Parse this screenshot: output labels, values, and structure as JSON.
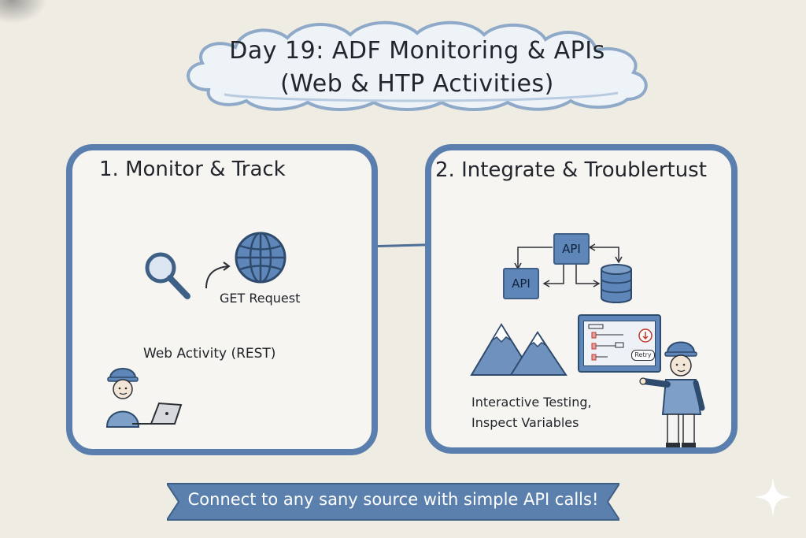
{
  "title": {
    "line1": "Day 19: ADF Monitoring & APIs",
    "line2": "(Web & HTP Activities)"
  },
  "panels": [
    {
      "heading": "1. Monitor & Track",
      "get_request": "GET Request",
      "web_activity": "Web Activity (REST)",
      "icons": [
        "magnifier-icon",
        "arrow-icon",
        "globe-icon",
        "engineer-icon",
        "laptop-icon"
      ]
    },
    {
      "heading": "2. Integrate & Troublertust",
      "api_top": "API",
      "api_left": "API",
      "testing_line1": "Interactive Testing,",
      "testing_line2": "Inspect Variables",
      "screen_button": "Retry",
      "icons": [
        "database-icon",
        "mountains-icon",
        "debug-screen-icon",
        "engineer-icon"
      ]
    }
  ],
  "banner": {
    "text": "Connect to any sany source with simple API calls!"
  },
  "colors": {
    "accent": "#5a7fae",
    "background": "#efece4",
    "panel": "#f6f5f1",
    "banner": "#5b80ad"
  }
}
